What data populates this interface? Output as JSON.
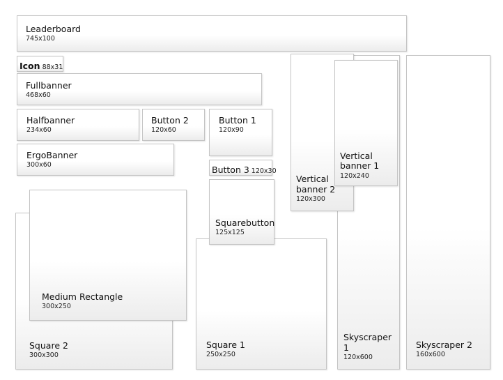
{
  "banners": {
    "leaderboard": {
      "name": "Leaderboard",
      "size": "745x100"
    },
    "icon": {
      "name": "Icon",
      "size": "88x31"
    },
    "fullbanner": {
      "name": "Fullbanner",
      "size": "468x60"
    },
    "halfbanner": {
      "name": "Halfbanner",
      "size": "234x60"
    },
    "button2": {
      "name": "Button 2",
      "size": "120x60"
    },
    "button1": {
      "name": "Button 1",
      "size": "120x90"
    },
    "ergobanner": {
      "name": "ErgoBanner",
      "size": "300x60"
    },
    "button3": {
      "name": "Button 3",
      "size": "120x30"
    },
    "squarebutton": {
      "name": "Squarebutton",
      "size": "125x125"
    },
    "vertical2": {
      "name": "Vertical banner 2",
      "size": "120x300"
    },
    "vertical1": {
      "name": "Vertical banner 1",
      "size": "120x240"
    },
    "skyscraper1": {
      "name": "Skyscraper 1",
      "size": "120x600"
    },
    "skyscraper2": {
      "name": "Skyscraper 2",
      "size": "160x600"
    },
    "square2": {
      "name": "Square 2",
      "size": "300x300"
    },
    "medrect": {
      "name": "Medium Rectangle",
      "size": "300x250"
    },
    "square1": {
      "name": "Square 1",
      "size": "250x250"
    }
  }
}
